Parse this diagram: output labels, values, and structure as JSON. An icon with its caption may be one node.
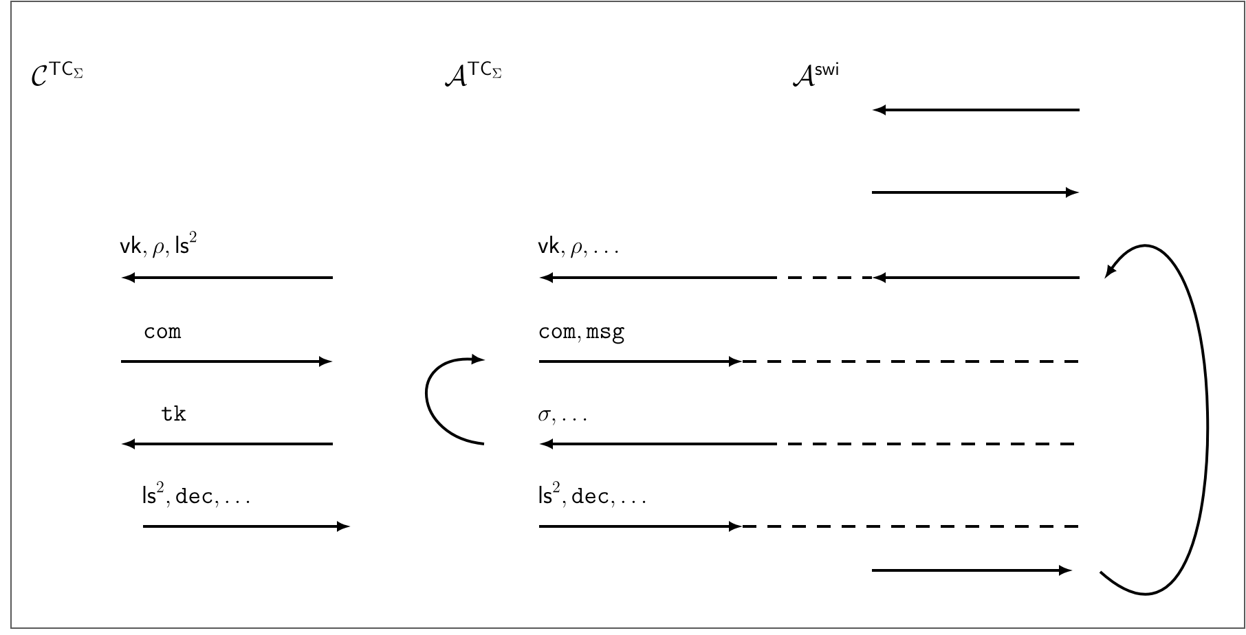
{
  "diagram": {
    "nodes": [
      {
        "text": [
          "\\mathcal{C}^{\\mathsf{TC}_\\Sigma}"
        ]
      },
      {
        "text": [
          "\\mathcal{A}^{\\mathsf{TC}_\\Sigma}"
        ]
      },
      {
        "text": [
          "\\mathcal{A}^{\\mathsf{swi}}"
        ]
      }
    ],
    "labels": [
      "\\mathsf{vk}, \\rho, \\mathsf{ls}^2",
      "\\mathtt{com}",
      "\\mathtt{tk}",
      "\\mathsf{ls}^2, \\mathtt{dec}, \\ldots",
      "\\mathsf{vk}, \\rho, \\ldots",
      "\\mathtt{com}, \\mathtt{msg}",
      "\\sigma, \\ldots",
      "\\mathsf{ls}^2, \\mathtt{dec}, \\ldots"
    ]
  }
}
